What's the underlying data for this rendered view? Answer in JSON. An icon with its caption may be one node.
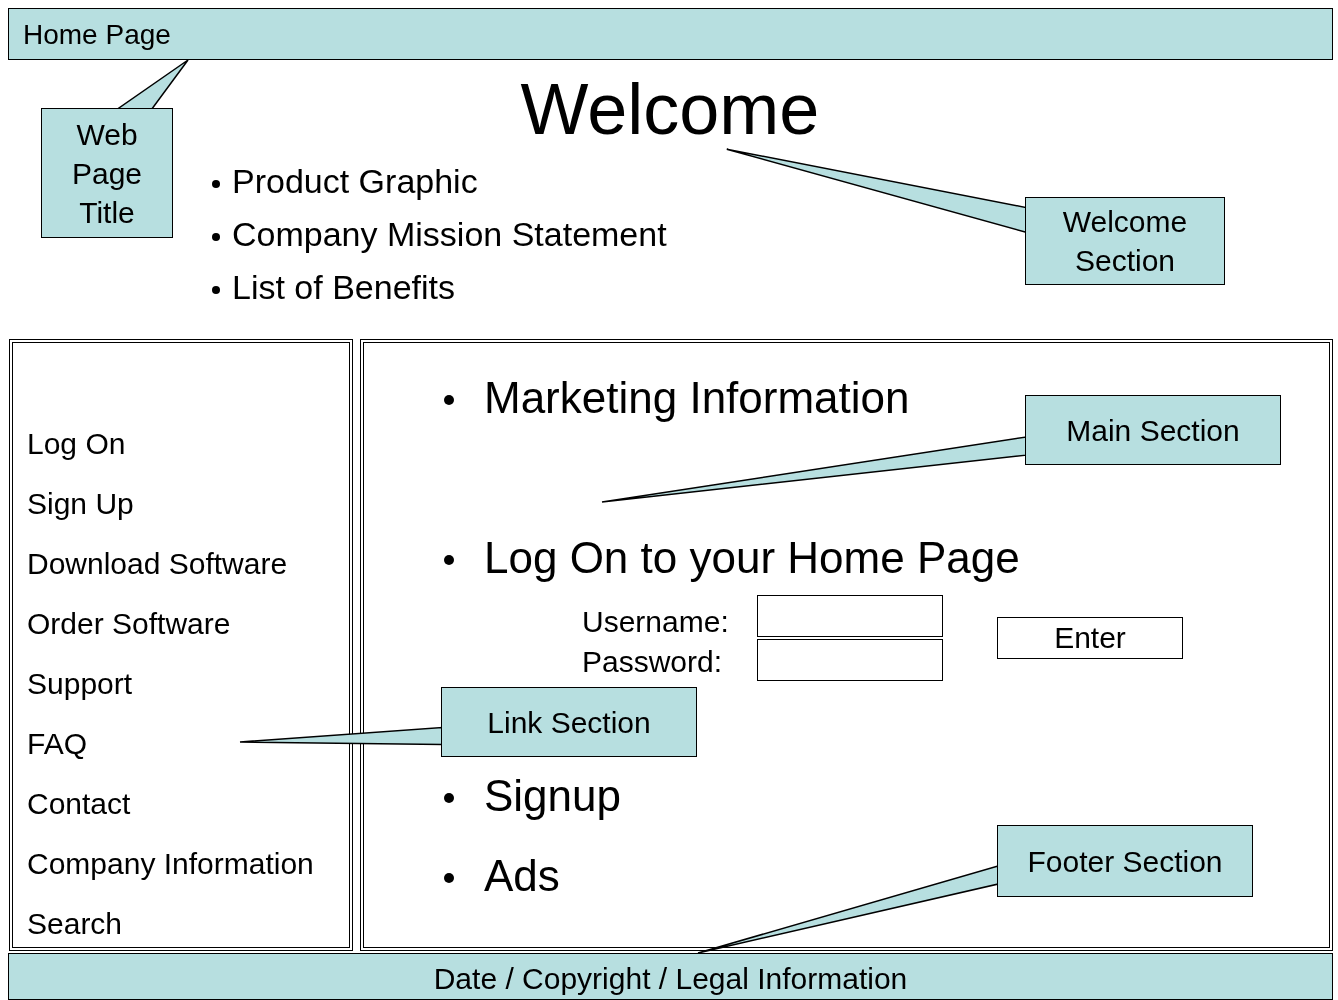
{
  "diagram": {
    "nodes": [
      {
        "text": [
          "Home Page"
        ]
      },
      {
        "text": [
          "Web Page Title"
        ]
      },
      {
        "text": [
          "Welcome"
        ]
      },
      {
        "text": [
          "Welcome Section"
        ]
      },
      {
        "text": [
          "Log On",
          "Sign Up",
          "Download Software",
          "Order Software",
          "Support",
          "FAQ",
          "Contact",
          "Company Information",
          "Search"
        ]
      },
      {
        "text": [
          "Marketing Information",
          "Log On to your Home Page",
          "Username:",
          "Password:",
          "Signup",
          "Ads"
        ]
      },
      {
        "text": [],
        "shape": "box",
        "in": 5
      },
      {
        "text": [],
        "shape": "box",
        "in": 5
      },
      {
        "text": [
          "Enter"
        ],
        "in": 5
      },
      {
        "text": [
          "Main Section"
        ],
        "in": 5
      },
      {
        "text": [
          "Link Section"
        ],
        "in": 5
      },
      {
        "text": [
          "Footer Section"
        ],
        "in": 5
      },
      {
        "text": [
          "Date / Copyright / Legal Information"
        ]
      }
    ],
    "edges": [
      {
        "from": 1,
        "to": 0,
        "arrow": "none"
      },
      {
        "from": 3,
        "to": 2,
        "arrow": "none"
      },
      {
        "from": 9,
        "to": 5,
        "arrow": "none"
      },
      {
        "from": 10,
        "to": 4,
        "arrow": "none"
      },
      {
        "from": 11,
        "to": 12,
        "arrow": "none"
      }
    ],
    "labels": [
      "Product Graphic",
      "Company Mission Statement",
      "List of Benefits"
    ]
  }
}
